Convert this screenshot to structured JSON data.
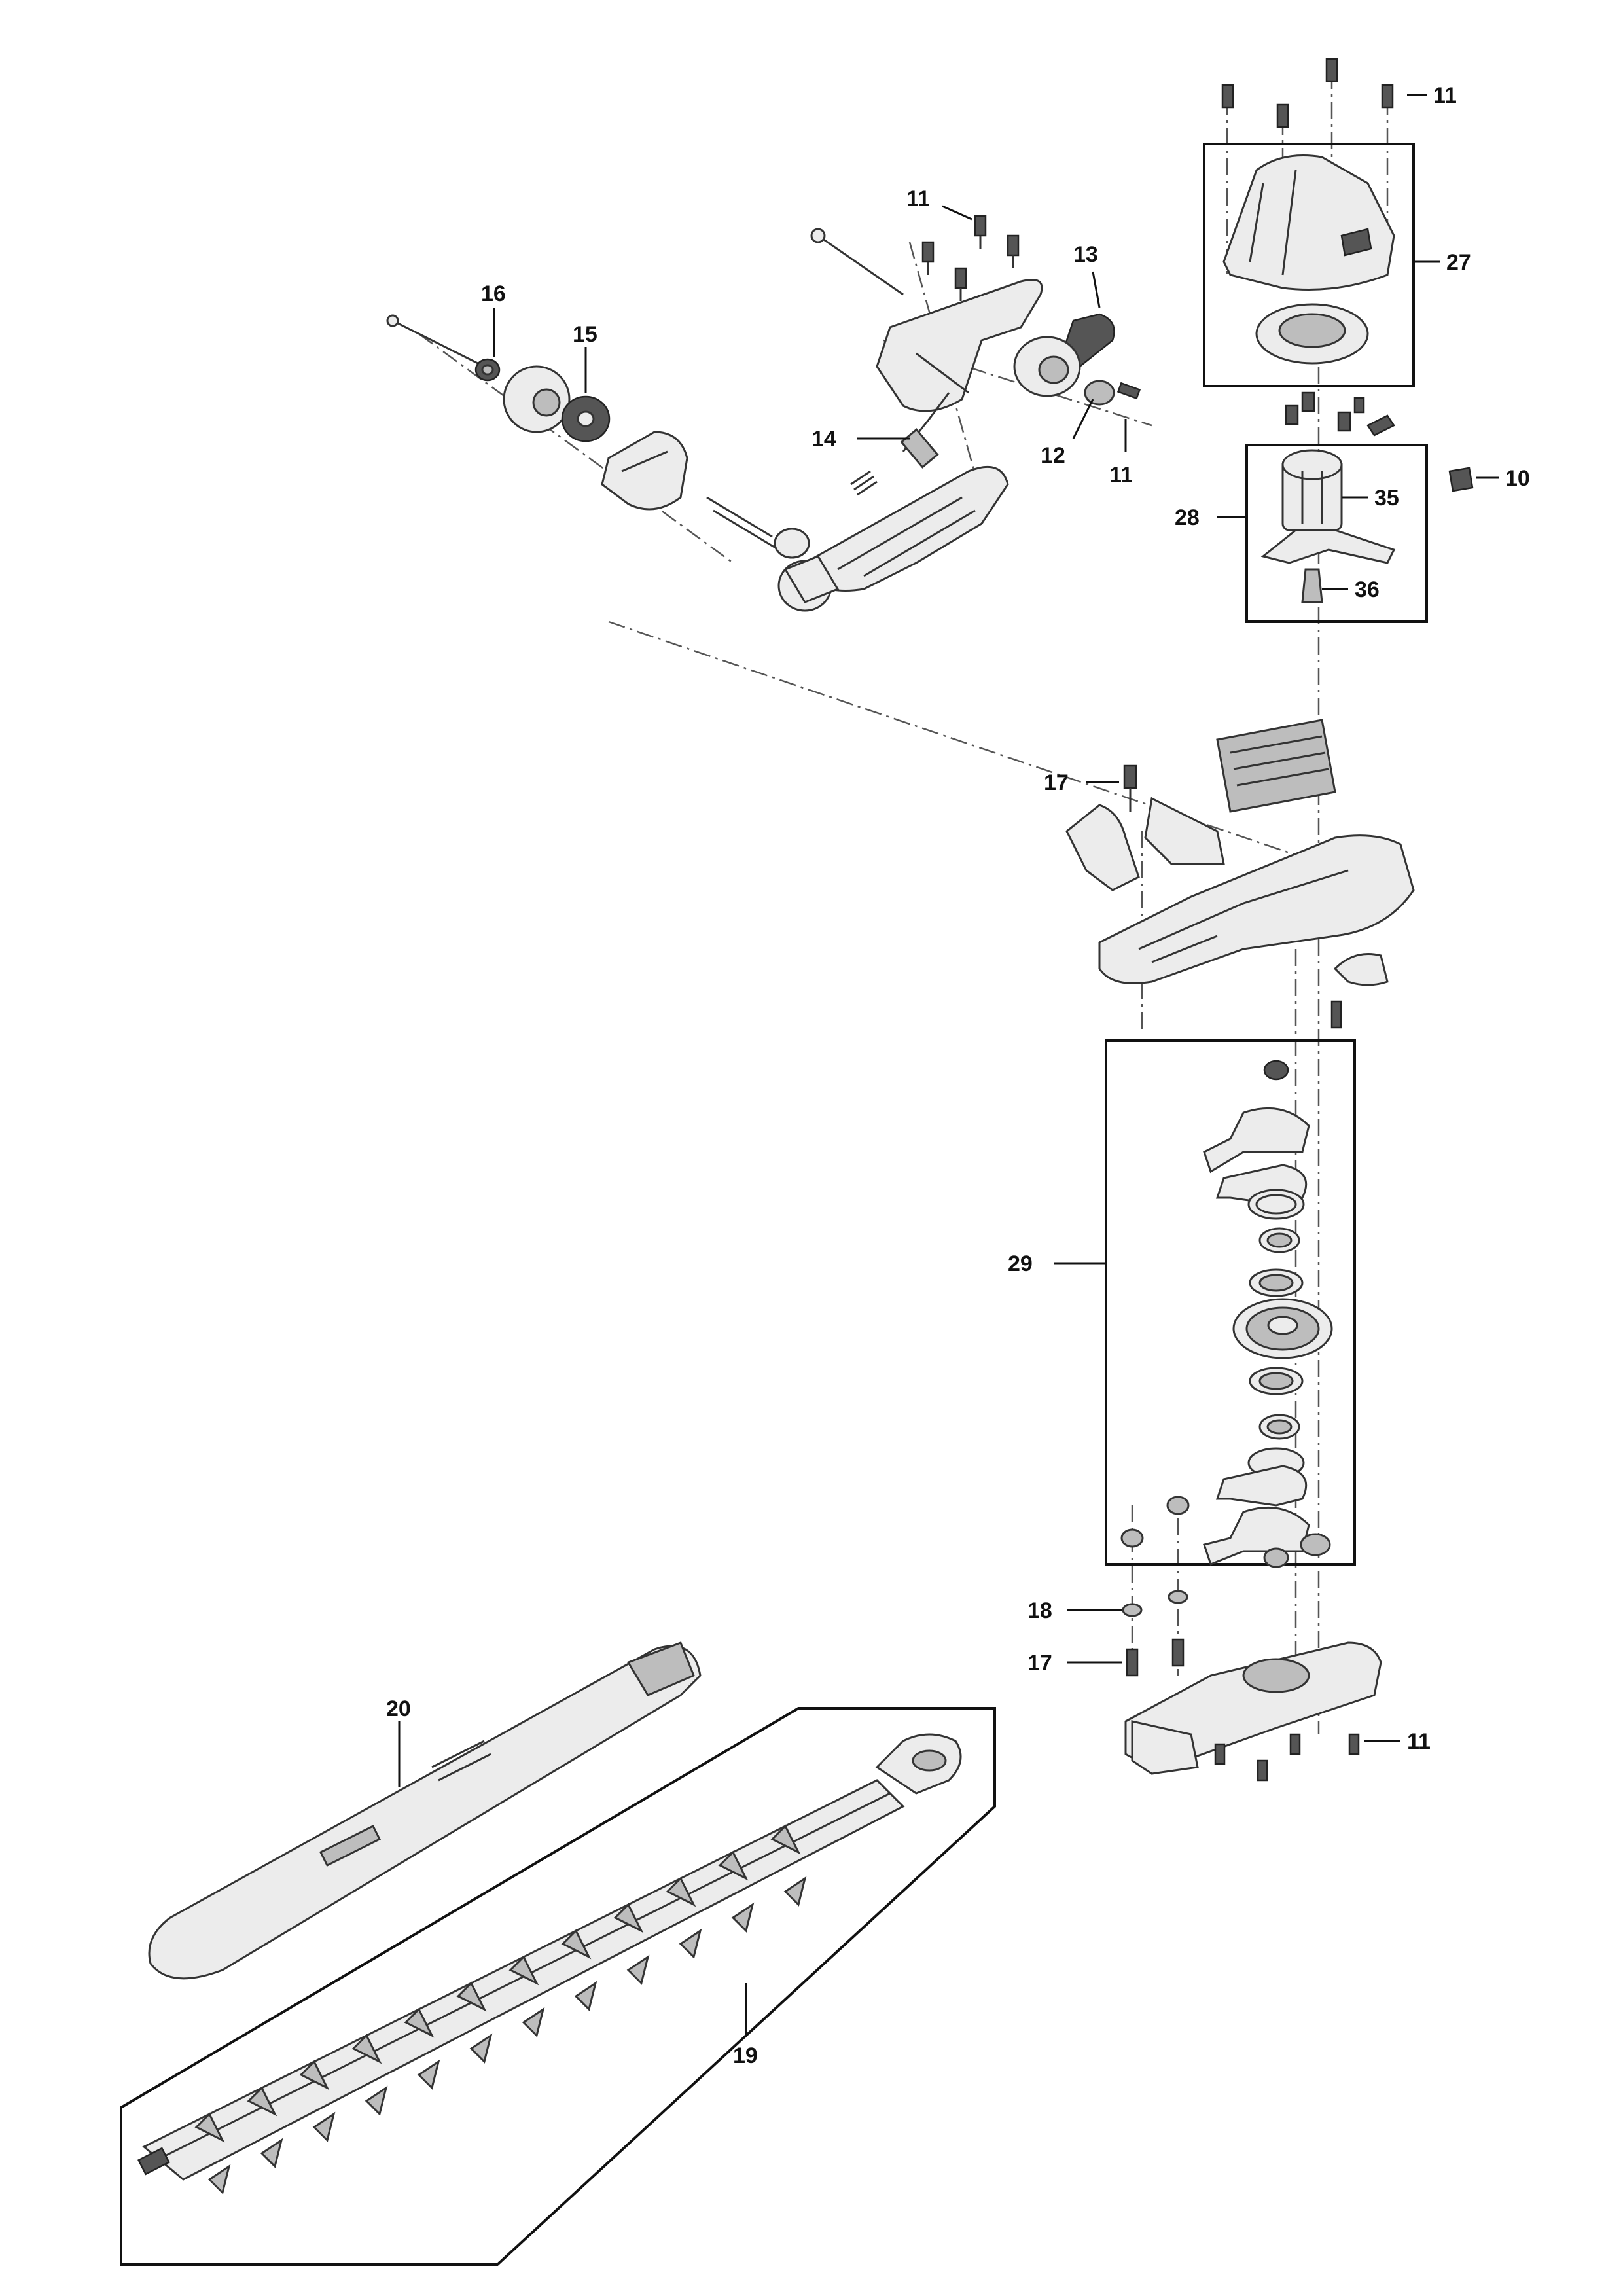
{
  "labels": {
    "l10": "10",
    "l11": "11",
    "l12": "12",
    "l13": "13",
    "l14": "14",
    "l15": "15",
    "l16": "16",
    "l17": "17",
    "l18": "18",
    "l19": "19",
    "l20": "20",
    "l27": "27",
    "l28": "28",
    "l29": "29",
    "l35": "35",
    "l36": "36"
  },
  "colors": {
    "line": "#333333",
    "part_fill": "#ececec",
    "shade": "#bdbdbd",
    "dark": "#555555"
  }
}
